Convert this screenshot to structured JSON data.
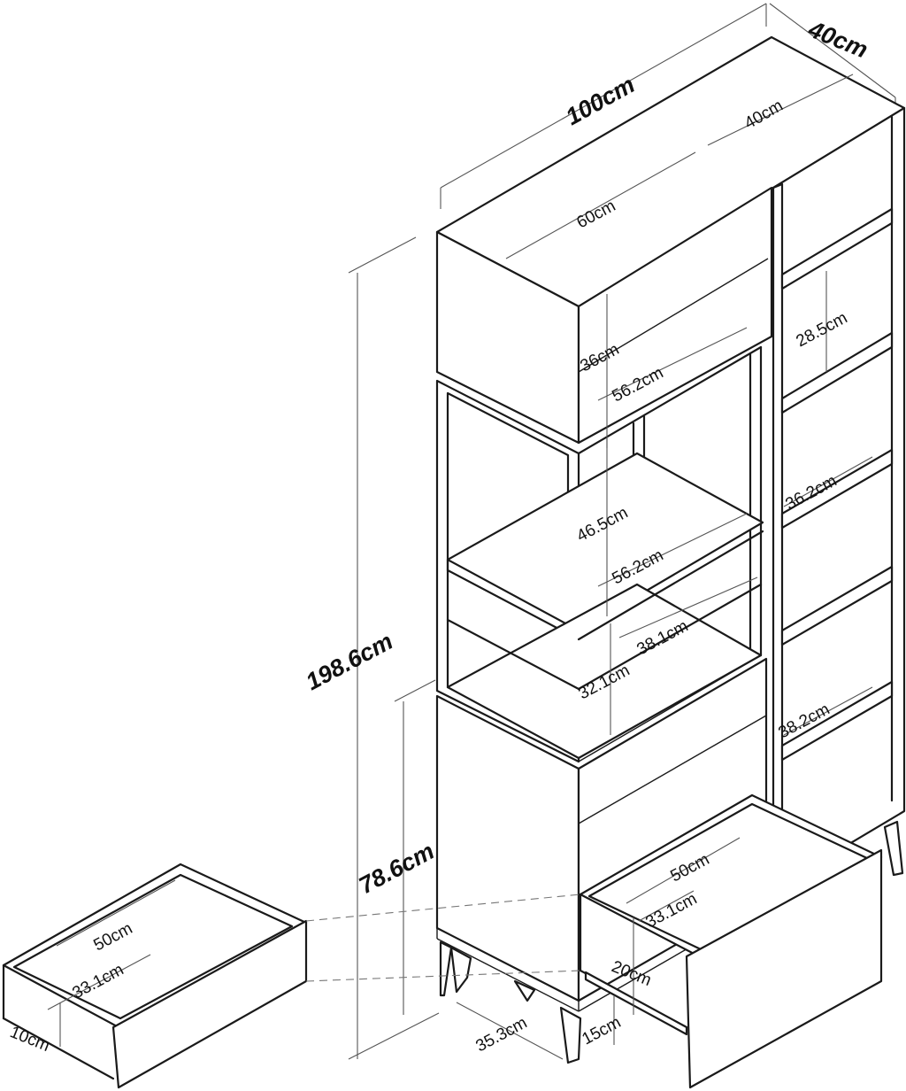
{
  "labels": {
    "overall_width": "100cm",
    "overall_depth": "40cm",
    "side_depth": "40cm",
    "top_width": "60cm",
    "overall_height": "198.6cm",
    "base_height": "78.6cm",
    "upper_box_height": "36cm",
    "upper_shelf_width": "56.2cm",
    "middle_height": "46.5cm",
    "middle_shelf_width": "56.2cm",
    "lower_open_height": "32.1cm",
    "lower_shelf_width": "38.1cm",
    "side_compartment_height": "28.5cm",
    "side_shelf_width_1": "36.2cm",
    "side_shelf_width_2": "38.2cm",
    "drawer_width": "50cm",
    "drawer_depth": "33.1cm",
    "drawer_height": "20cm",
    "leg_height": "15cm",
    "leg_span": "35.3cm",
    "loose_drawer_width": "50cm",
    "loose_drawer_depth": "33.1cm",
    "loose_drawer_height": "10cm"
  }
}
